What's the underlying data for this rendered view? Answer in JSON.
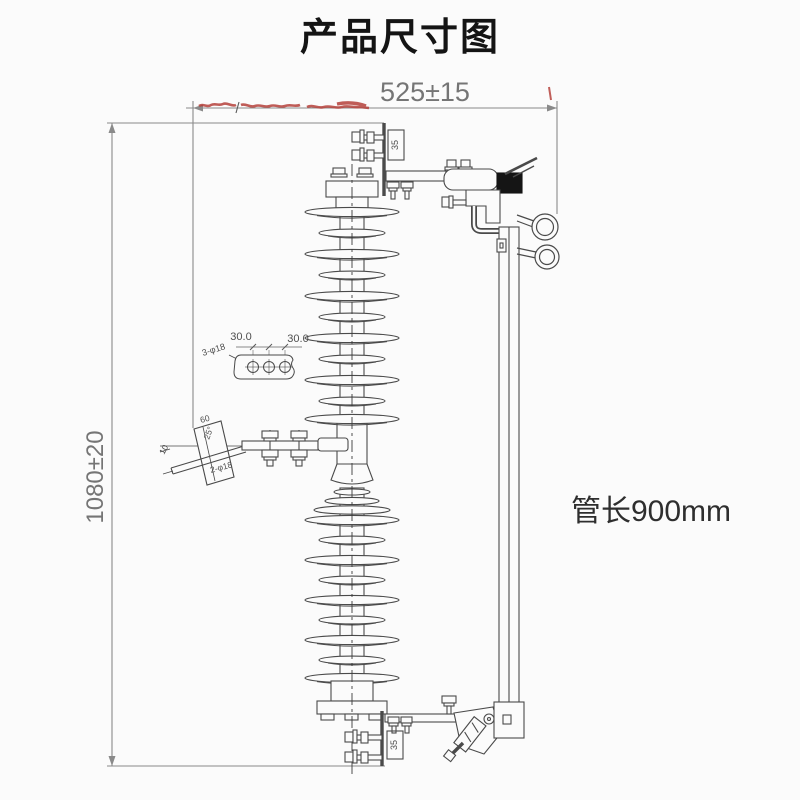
{
  "page": {
    "background": "#fbfbfb"
  },
  "header": {
    "title": "产品尺寸图"
  },
  "drawing": {
    "dimensions": {
      "overall_width": "525±15",
      "overall_height": "1080±20",
      "top_bolt_spacing": "35",
      "bottom_bolt_spacing": "35"
    },
    "notes": {
      "tube_length": "管长900mm"
    },
    "hole_plate_detail": {
      "dim_left": "30.0",
      "dim_right": "30.0",
      "holes_label": "3-φ18"
    },
    "mount_bracket_detail": {
      "width": "60",
      "angle": "25°",
      "thickness": "10",
      "holes_label": "2-φ18"
    },
    "colors": {
      "line": "#4a4a4a",
      "dim_line": "#8a8a8a",
      "dim_text": "#757575",
      "note_text": "#2e2e2e",
      "title_text": "#141414",
      "redaction_red": "#b23a34",
      "latch_black": "#151515"
    }
  }
}
